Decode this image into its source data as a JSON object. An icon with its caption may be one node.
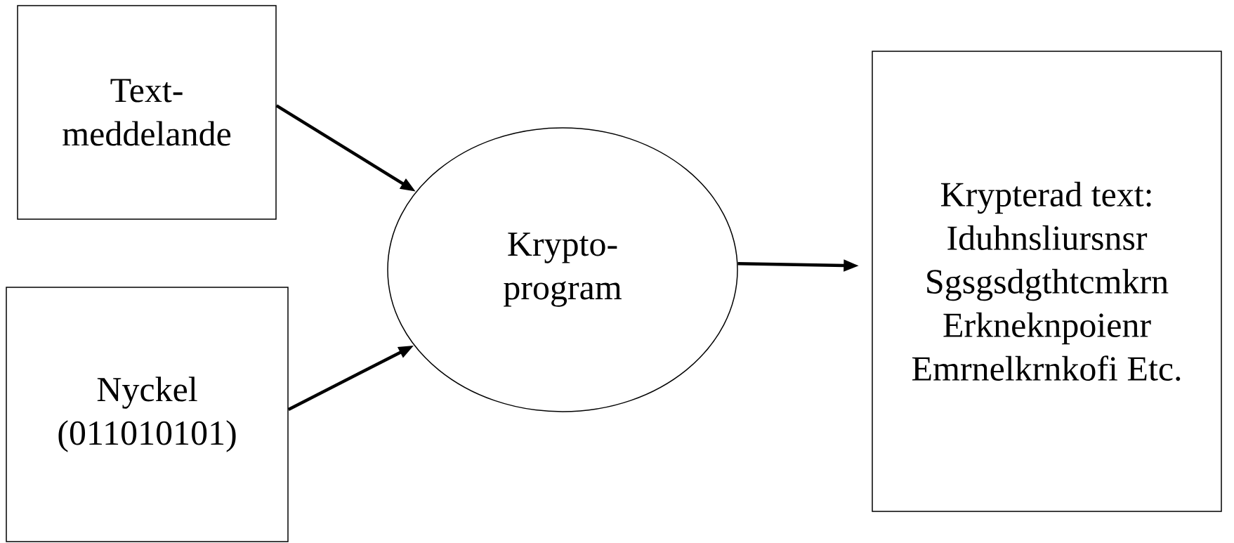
{
  "diagram": {
    "nodes": [
      {
        "text": [
          "Text- meddelande"
        ]
      },
      {
        "text": [
          "Nyckel (011010101)"
        ]
      },
      {
        "text": [
          "Krypto- program"
        ]
      },
      {
        "text": [
          "Krypterad text:",
          "Iduhnsliursnsr Sgsgsdgthtcmkrn Erkneknpoienr Emrnelkrnkofi Etc."
        ]
      }
    ],
    "edges": [
      {
        "from": 0,
        "to": 2,
        "arrow": "to"
      },
      {
        "from": 1,
        "to": 2,
        "arrow": "to"
      },
      {
        "from": 2,
        "to": 3,
        "arrow": "to"
      }
    ]
  }
}
